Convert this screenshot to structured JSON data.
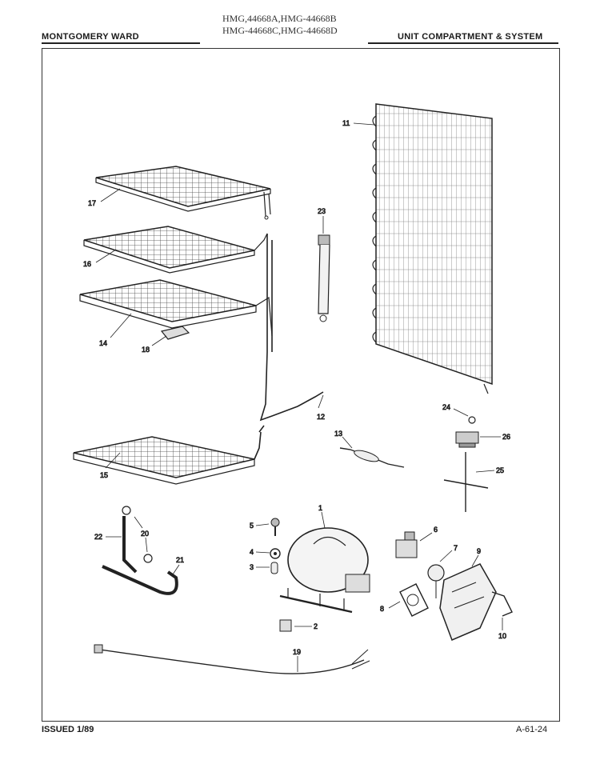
{
  "header": {
    "brand": "MONTGOMERY WARD",
    "models_line1": "HMG,44668A,HMG-44668B",
    "models_line2": "HMG-44668C,HMG-44668D",
    "section_title": "UNIT COMPARTMENT & SYSTEM"
  },
  "footer": {
    "issued": "ISSUED 1/89",
    "page_code": "A-61-24"
  },
  "callouts": [
    "1",
    "2",
    "3",
    "4",
    "5",
    "6",
    "7",
    "8",
    "9",
    "10",
    "11",
    "12",
    "13",
    "14",
    "15",
    "16",
    "17",
    "18",
    "19",
    "20",
    "21",
    "22",
    "23",
    "24",
    "25",
    "26"
  ]
}
